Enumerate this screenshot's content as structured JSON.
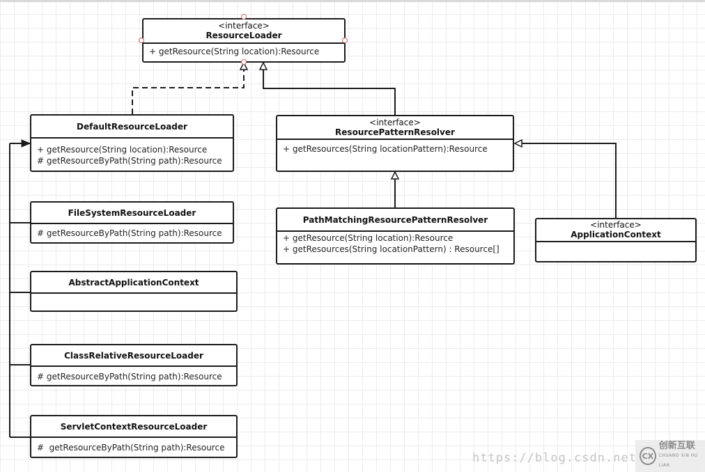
{
  "classes": {
    "resource_loader": {
      "stereotype": "<interface>",
      "name": "ResourceLoader",
      "methods": [
        "+ getResource(String location):Resource"
      ]
    },
    "default_resource_loader": {
      "name": "DefaultResourceLoader",
      "methods": [
        "+ getResource(String location):Resource",
        "# getResourceByPath(String path):Resource"
      ]
    },
    "file_system_resource_loader": {
      "name": "FileSystemResourceLoader",
      "methods": [
        "# getResourceByPath(String path):Resource"
      ]
    },
    "abstract_application_context": {
      "name": "AbstractApplicationContext",
      "methods": []
    },
    "class_relative_resource_loader": {
      "name": "ClassRelativeResourceLoader",
      "methods": [
        "# getResourceByPath(String path):Resource"
      ]
    },
    "servlet_context_resource_loader": {
      "name": "ServletContextResourceLoader",
      "methods": [
        "#  getResourceByPath(String path):Resource"
      ]
    },
    "resource_pattern_resolver": {
      "stereotype": "<interface>",
      "name": "ResourcePatternResolver",
      "methods": [
        "+ getResources(String locationPattern):Resource"
      ]
    },
    "path_matching_resolver": {
      "name": "PathMatchingResourcePatternResolver",
      "methods": [
        "+ getResource(String location):Resource",
        "+ getResources(String locationPattern) : Resource[]"
      ]
    },
    "application_context": {
      "stereotype": "<interface>",
      "name": "ApplicationContext",
      "methods": []
    }
  },
  "watermark": "https://blog.csdn.net/s",
  "logo": {
    "text": "创新互联",
    "sub": "CHUANG XIN HU LIAN",
    "mark": "CX"
  },
  "colors": {
    "line": "#1a1a1a",
    "grid": "#ececec",
    "connector": "#d06060"
  }
}
